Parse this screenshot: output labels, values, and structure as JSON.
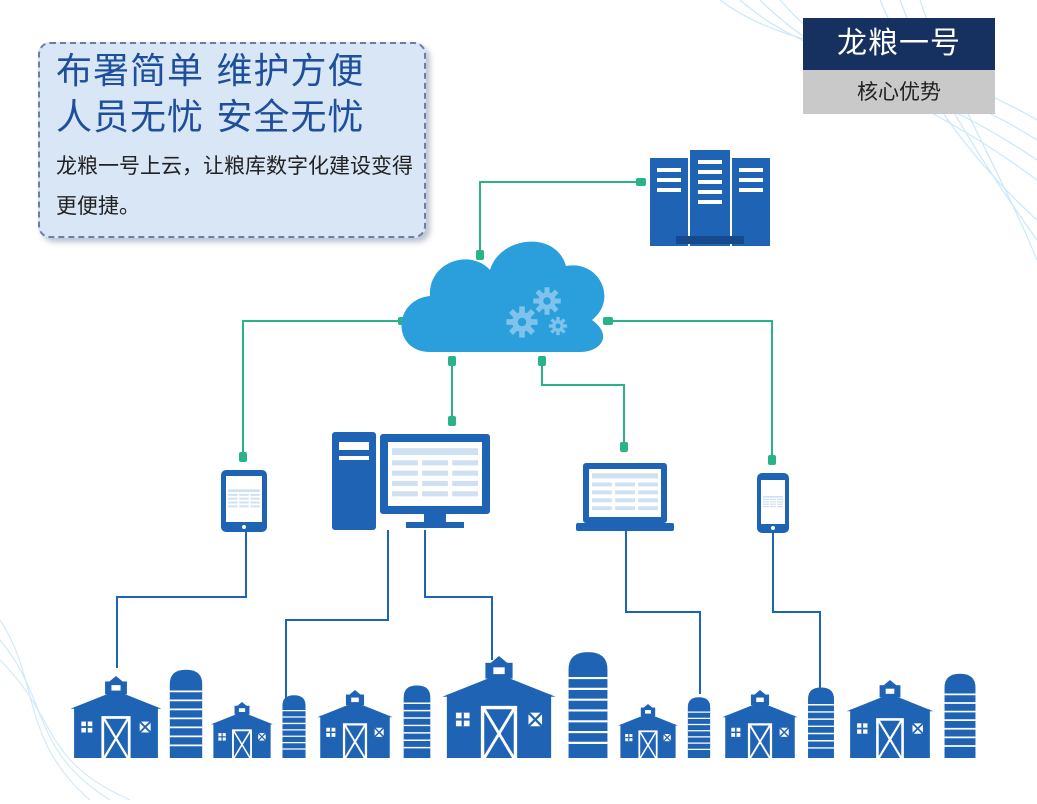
{
  "callout": {
    "headline_1": "布署简单  维护方便",
    "headline_2": "人员无忧  安全无忧",
    "body": "龙粮一号上云，让粮库数字化建设变得更便捷。"
  },
  "brand": {
    "title": "龙粮一号",
    "subtitle": "核心优势"
  },
  "nodes": {
    "cloud": "cloud-icon",
    "server": "server-rack-icon",
    "devices": [
      "tablet-icon",
      "desktop-computer-icon",
      "laptop-icon",
      "smartphone-icon"
    ],
    "barns": 7,
    "silos": 7
  },
  "colors": {
    "primary_blue": "#1f63b5",
    "cloud_blue": "#2a9fdc",
    "connector_green": "#2ab38a",
    "line_blue": "#1f63b5",
    "headline": "#1d4f9a",
    "brand_dark": "#16305f"
  }
}
